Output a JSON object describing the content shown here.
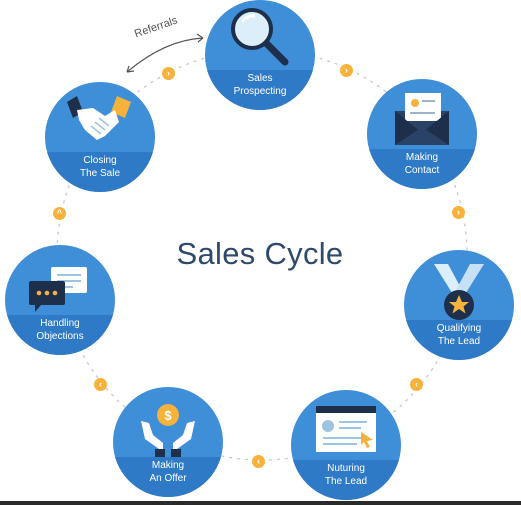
{
  "title": "Sales Cycle",
  "referrals_label": "Referrals",
  "colors": {
    "circle": "#3f8ed8",
    "band": "#2f7ac6",
    "connector_dot": "#f6b23b",
    "title": "#2e4a6b"
  },
  "stages": [
    {
      "line1": "Sales",
      "line2": "Prospecting",
      "icon": "magnifier-icon"
    },
    {
      "line1": "Making",
      "line2": "Contact",
      "icon": "envelope-letter-icon"
    },
    {
      "line1": "Qualifying",
      "line2": "The Lead",
      "icon": "medal-star-icon"
    },
    {
      "line1": "Nuturing",
      "line2": "The Lead",
      "icon": "browser-cursor-icon"
    },
    {
      "line1": "Making",
      "line2": "An Offer",
      "icon": "hands-dollar-coin-icon"
    },
    {
      "line1": "Handling",
      "line2": "Objections",
      "icon": "chat-bubbles-icon"
    },
    {
      "line1": "Closing",
      "line2": "The Sale",
      "icon": "handshake-icon"
    }
  ]
}
